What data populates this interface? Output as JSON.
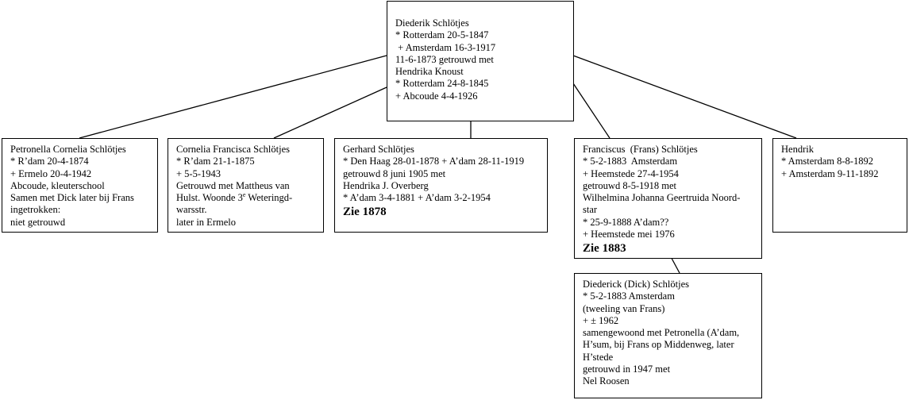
{
  "root": {
    "lines": [
      "Diederik Schlötjes",
      "* Rotterdam 20-5-1847",
      " + Amsterdam 16-3-1917",
      "11-6-1873 getrouwd met",
      "Hendrika Knoust",
      "* Rotterdam 24-8-1845",
      "+ Abcoude 4-4-1926"
    ]
  },
  "children": [
    {
      "id": "petronella",
      "lines": [
        "Petronella Cornelia Schlötjes",
        "* R’dam 20-4-1874",
        "+ Ermelo 20-4-1942",
        "Abcoude, kleuterschool",
        "Samen met Dick later bij Frans",
        "ingetrokken:",
        "niet getrouwd"
      ]
    },
    {
      "id": "cornelia",
      "lines": [
        "Cornelia Francisca Schlötjes",
        "* R’dam 21-1-1875",
        "+ 5-5-1943",
        "Getrouwd met Mattheus van",
        "Hulst. Woonde 3",
        "warsstr.",
        "later in Ermelo"
      ],
      "sup_text": "e",
      "after_sup": " Weteringd-"
    },
    {
      "id": "gerhard",
      "lines": [
        "Gerhard Schlötjes",
        "* Den Haag 28-01-1878 + A’dam 28-11-1919",
        "getrouwd 8 juni 1905 met",
        "Hendrika J. Overberg",
        "* A’dam 3-4-1881 + A’dam 3-2-1954"
      ],
      "ref": "Zie 1878"
    },
    {
      "id": "frans",
      "lines": [
        "Franciscus  (Frans) Schlötjes",
        "* 5-2-1883  Amsterdam",
        "+ Heemstede 27-4-1954",
        "getrouwd 8-5-1918 met",
        "Wilhelmina Johanna Geertruida Noord-",
        "star",
        "* 25-9-1888 A’dam??",
        "+ Heemstede mei 1976"
      ],
      "ref": "Zie 1883"
    },
    {
      "id": "hendrik",
      "lines": [
        "Hendrik",
        "* Amsterdam 8-8-1892",
        "+ Amsterdam 9-11-1892"
      ]
    }
  ],
  "twin": {
    "lines": [
      "Diederick (Dick) Schlötjes",
      "* 5-2-1883 Amsterdam",
      "(tweeling van Frans)",
      "+ ± 1962",
      "samengewoond met Petronella (A’dam,",
      "H’sum, bij Frans op Middenweg, later",
      "H’stede",
      "getrouwd in 1947 met",
      "Nel Roosen"
    ]
  }
}
